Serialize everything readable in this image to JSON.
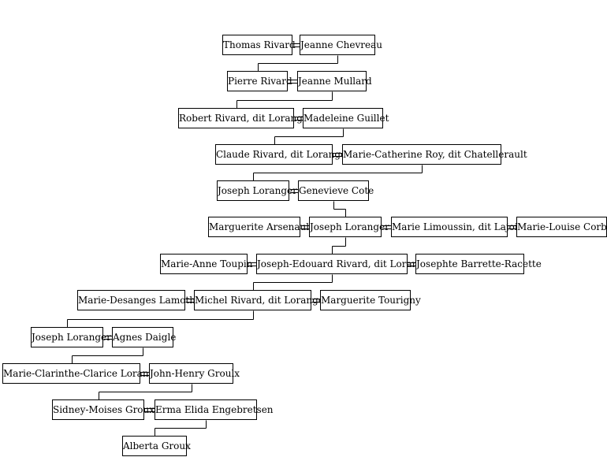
{
  "persons": [
    {
      "id": "p1",
      "name": "Thomas Rivard"
    },
    {
      "id": "p2",
      "name": "Jeanne Chevreau"
    },
    {
      "id": "p3",
      "name": "Pierre Rivard"
    },
    {
      "id": "p4",
      "name": "Jeanne Mullard"
    },
    {
      "id": "p5",
      "name": "Robert Rivard, dit Loranger"
    },
    {
      "id": "p6",
      "name": "Madeleine Guillet"
    },
    {
      "id": "p7",
      "name": "Claude Rivard, dit Loranger"
    },
    {
      "id": "p8",
      "name": "Marie-Catherine Roy, dit Chatellerault"
    },
    {
      "id": "p9",
      "name": "Joseph Loranger"
    },
    {
      "id": "p10",
      "name": "Genevieve Cote"
    },
    {
      "id": "p11",
      "name": "Marguerite Arsenault"
    },
    {
      "id": "p12",
      "name": "Joseph Loranger"
    },
    {
      "id": "p13",
      "name": "Marie Limoussin, dit Lajoie"
    },
    {
      "id": "p14",
      "name": "Marie-Louise Corbin"
    },
    {
      "id": "p15",
      "name": "Marie-Anne Toupin"
    },
    {
      "id": "p16",
      "name": "Joseph-Edouard Rivard, dit Loranger"
    },
    {
      "id": "p17",
      "name": "Josephte Barrette-Racette"
    },
    {
      "id": "p18",
      "name": "Marie-Desanges Lamothe"
    },
    {
      "id": "p19",
      "name": "Michel Rivard, dit Loranger"
    },
    {
      "id": "p20",
      "name": "Marguerite Tourigny"
    },
    {
      "id": "p21",
      "name": "Joseph Loranger"
    },
    {
      "id": "p22",
      "name": "Agnes Daigle"
    },
    {
      "id": "p23",
      "name": "Marie-Clarinthe-Clarice Loranger"
    },
    {
      "id": "p24",
      "name": "John-Henry Groulx"
    },
    {
      "id": "p25",
      "name": "Sidney-Moises Groux"
    },
    {
      "id": "p26",
      "name": "Erma Elida Engebretsen"
    },
    {
      "id": "p27",
      "name": "Alberta Groux"
    }
  ],
  "marriages": [
    [
      "p1",
      "p2"
    ],
    [
      "p3",
      "p4"
    ],
    [
      "p5",
      "p6"
    ],
    [
      "p7",
      "p8"
    ],
    [
      "p9",
      "p10"
    ],
    [
      "p11",
      "p12"
    ],
    [
      "p12",
      "p13"
    ],
    [
      "p13",
      "p14"
    ],
    [
      "p15",
      "p16"
    ],
    [
      "p16",
      "p17"
    ],
    [
      "p18",
      "p19"
    ],
    [
      "p19",
      "p20"
    ],
    [
      "p21",
      "p22"
    ],
    [
      "p23",
      "p24"
    ],
    [
      "p25",
      "p26"
    ]
  ],
  "descents": [
    {
      "from": [
        "p1",
        "p2"
      ],
      "child": "p3"
    },
    {
      "from": [
        "p3",
        "p4"
      ],
      "child": "p5"
    },
    {
      "from": [
        "p5",
        "p6"
      ],
      "child": "p7"
    },
    {
      "from": [
        "p7",
        "p8"
      ],
      "child": "p9"
    },
    {
      "from": [
        "p9",
        "p10"
      ],
      "child": "p12"
    },
    {
      "from": [
        "p11",
        "p12"
      ],
      "child": "p16"
    },
    {
      "from": [
        "p15",
        "p16"
      ],
      "child": "p19"
    },
    {
      "from": [
        "p18",
        "p19"
      ],
      "child": "p21"
    },
    {
      "from": [
        "p21",
        "p22"
      ],
      "child": "p23"
    },
    {
      "from": [
        "p23",
        "p24"
      ],
      "child": "p25"
    },
    {
      "from": [
        "p25",
        "p26"
      ],
      "child": "p27"
    }
  ]
}
